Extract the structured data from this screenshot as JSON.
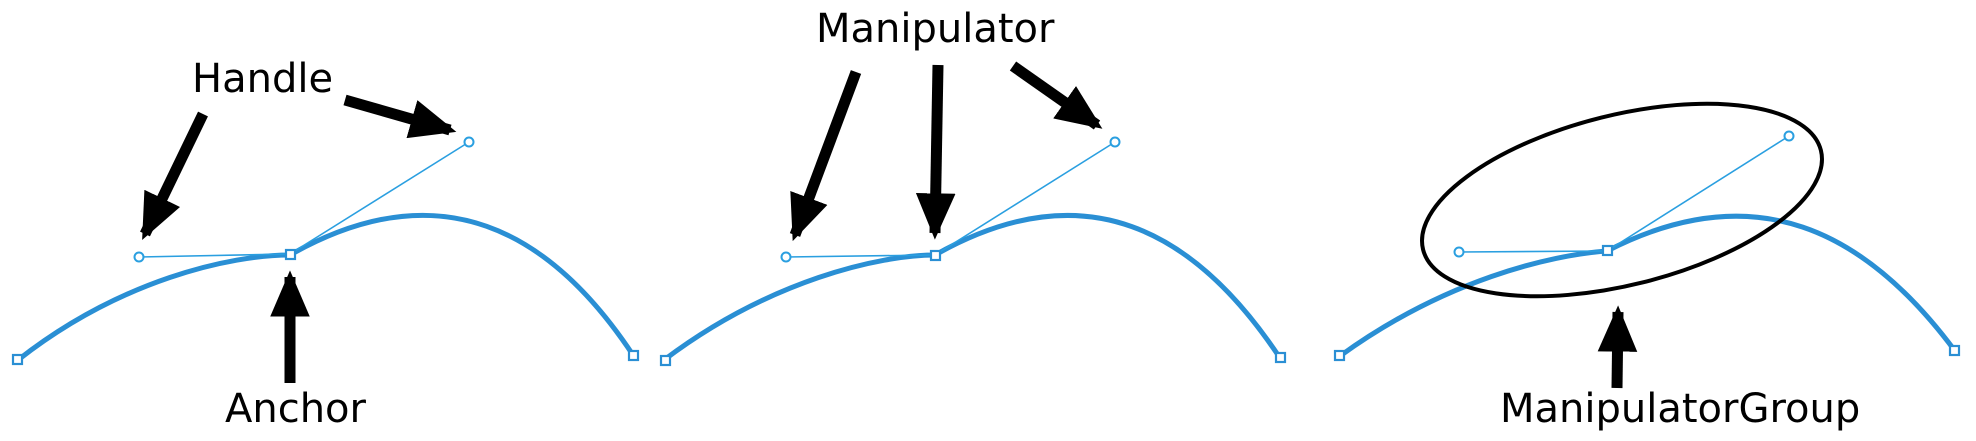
{
  "panels": [
    {
      "id": "panel-1",
      "labels": {
        "handle": "Handle",
        "anchor": "Anchor"
      }
    },
    {
      "id": "panel-2",
      "labels": {
        "manipulator": "Manipulator"
      }
    },
    {
      "id": "panel-3",
      "labels": {
        "manipulator_group": "ManipulatorGroup"
      }
    }
  ],
  "colors": {
    "curve": "#2a8fd4",
    "handle_line": "#2a9fe0",
    "arrow": "#000000",
    "ellipse": "#000000",
    "background": "#ffffff"
  }
}
